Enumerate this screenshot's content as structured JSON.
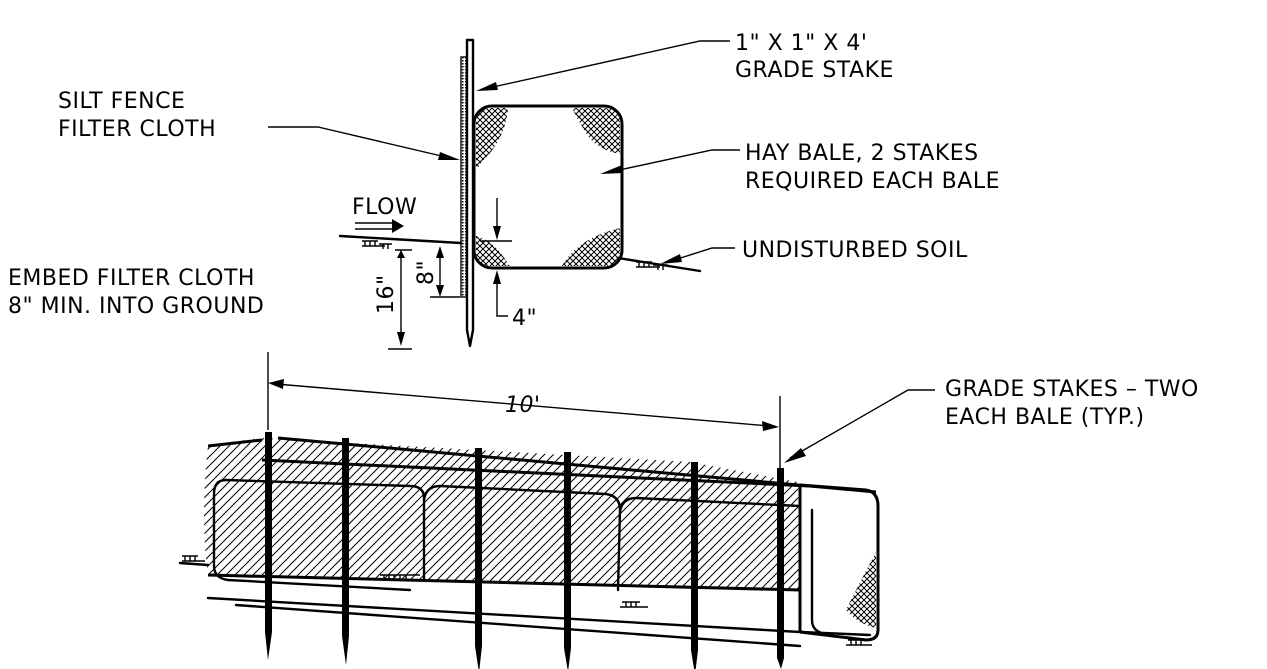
{
  "labels": {
    "stake_line1": "1\" X 1\" X 4'",
    "stake_line2": "GRADE STAKE",
    "silt_line1": "SILT FENCE",
    "silt_line2": "FILTER CLOTH",
    "bale_line1": "HAY BALE, 2 STAKES",
    "bale_line2": "REQUIRED EACH BALE",
    "flow": "FLOW",
    "soil": "UNDISTURBED SOIL",
    "embed_line1": "EMBED FILTER CLOTH",
    "embed_line2": "8\" MIN. INTO GROUND",
    "dim_16": "16\"",
    "dim_8": "8\"",
    "dim_4": "4\"",
    "dim_10": "10'",
    "stakes_line1": "GRADE STAKES – TWO",
    "stakes_line2": "EACH BALE (TYP.)"
  }
}
